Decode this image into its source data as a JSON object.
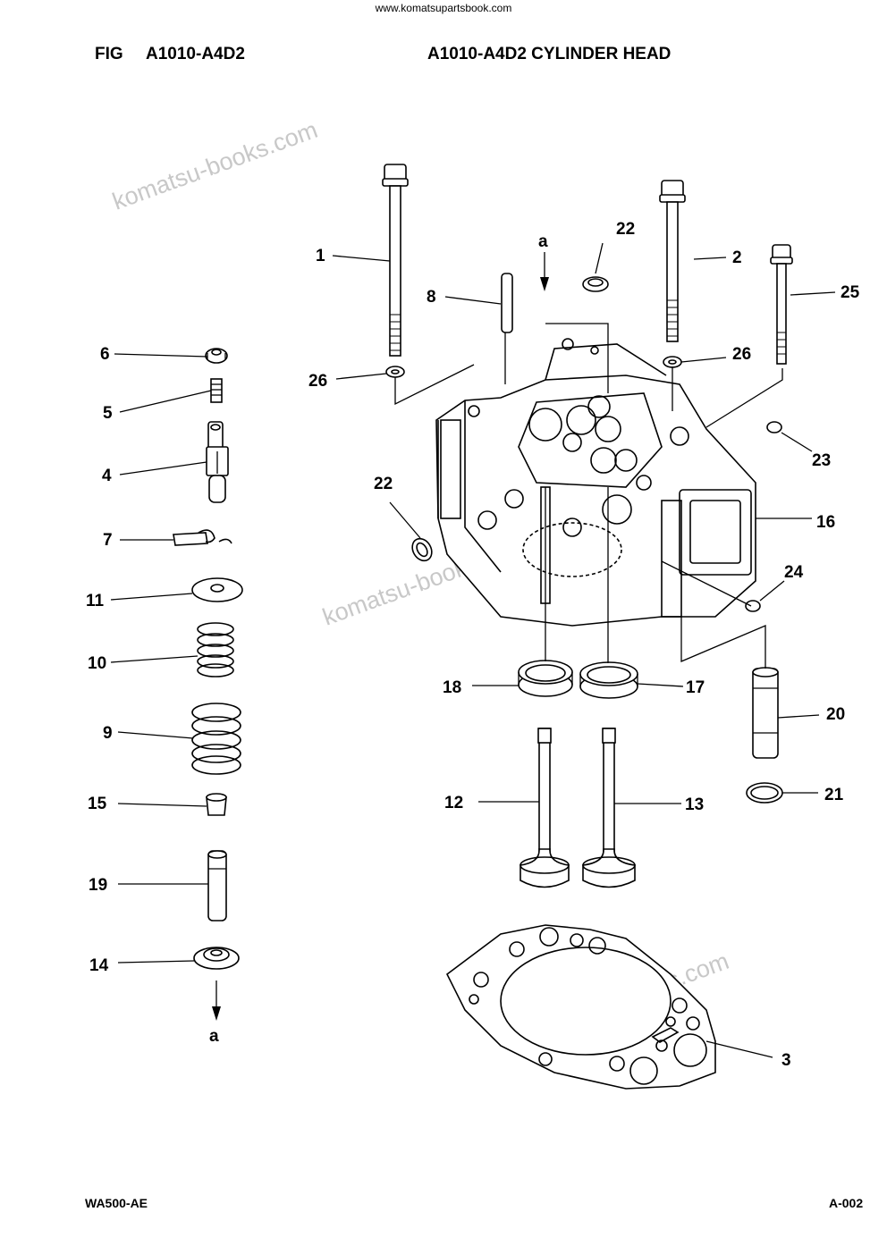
{
  "header": {
    "source_url": "www.komatsupartsbook.com",
    "fig_label": "FIG",
    "fig_code": "A1010-A4D2",
    "title": "A1010-A4D2 CYLINDER HEAD"
  },
  "footer": {
    "model": "WA500-AE",
    "page": "A-002"
  },
  "watermark": "komatsu-books.com",
  "callouts": {
    "c1": "1",
    "c2": "2",
    "c3": "3",
    "c4": "4",
    "c5": "5",
    "c6": "6",
    "c7": "7",
    "c8": "8",
    "c9": "9",
    "c10": "10",
    "c11": "11",
    "c12": "12",
    "c13": "13",
    "c14": "14",
    "c15": "15",
    "c16": "16",
    "c17": "17",
    "c18": "18",
    "c19": "19",
    "c20": "20",
    "c21": "21",
    "c22a": "22",
    "c22b": "22",
    "c23": "23",
    "c24": "24",
    "c25": "25",
    "c26a": "26",
    "c26b": "26",
    "ref_a_top": "a",
    "ref_a_bottom": "a"
  }
}
